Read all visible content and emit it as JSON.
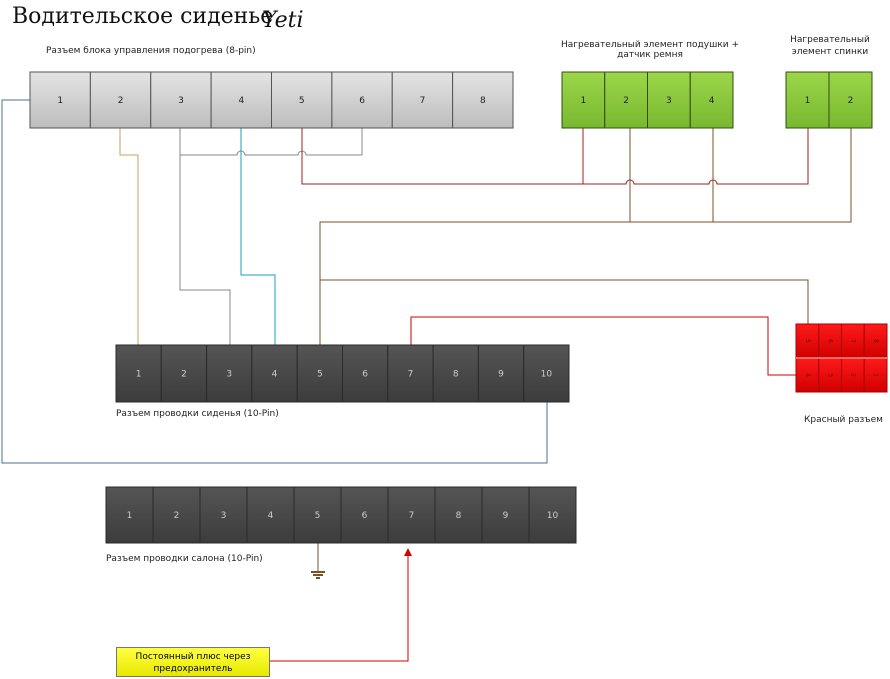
{
  "title": "Водительское сиденье",
  "logo": "Yeti",
  "connectors": {
    "control_unit": {
      "label": "Разъем блока управления подогрева (8-pin)",
      "pins": [
        "1",
        "2",
        "3",
        "4",
        "5",
        "6",
        "7",
        "8"
      ],
      "color": "#d0d0d0"
    },
    "cushion": {
      "label": "Нагревательный элемент подушки + датчик ремня",
      "pins": [
        "1",
        "2",
        "3",
        "4"
      ],
      "color": "#8cc63f"
    },
    "back": {
      "label": "Нагревательный элемент спинки",
      "pins": [
        "1",
        "2"
      ],
      "color": "#8cc63f"
    },
    "seat_wiring": {
      "label": "Разъем проводки сиденья (10-Pin)",
      "pins": [
        "1",
        "2",
        "3",
        "4",
        "5",
        "6",
        "7",
        "8",
        "9",
        "10"
      ],
      "color": "#4a4a4a"
    },
    "cabin_wiring": {
      "label": "Разъем проводки салона (10-Pin)",
      "pins": [
        "1",
        "2",
        "3",
        "4",
        "5",
        "6",
        "7",
        "8",
        "9",
        "10"
      ],
      "color": "#4a4a4a"
    },
    "red": {
      "label": "Красный разъем",
      "pins_top": [
        "5",
        "6",
        "7",
        "8"
      ],
      "pins_bottom": [
        "4",
        "3",
        "2",
        "1"
      ],
      "color": "#e00000"
    }
  },
  "power_note": "Постоянный плюс через предохранитель",
  "wire_colors": {
    "blue_gray": "#4a7090",
    "tan": "#c8a060",
    "gray": "#8a8a8a",
    "cyan": "#1aa0c0",
    "dark_red": "#a02020",
    "brown": "#7a5028",
    "red": "#d00000"
  }
}
